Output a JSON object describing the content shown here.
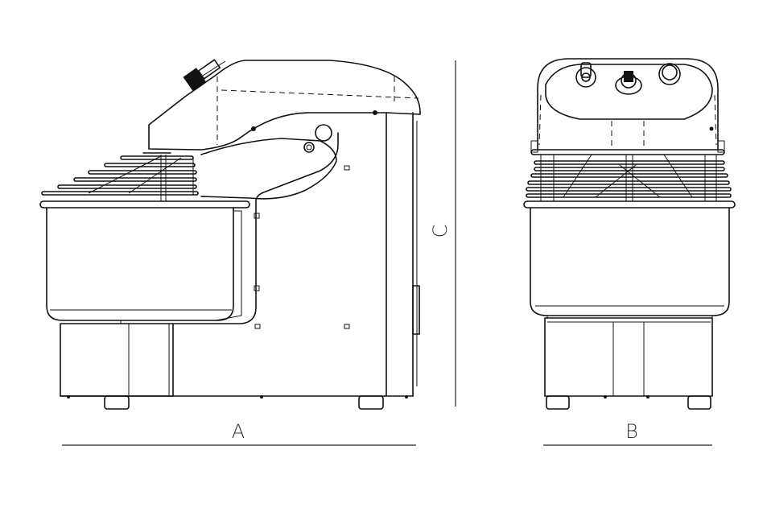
{
  "dimensions": {
    "width_label": "A",
    "depth_label": "B",
    "height_label": "C"
  },
  "colors": {
    "line": "#111111",
    "background": "#ffffff"
  }
}
